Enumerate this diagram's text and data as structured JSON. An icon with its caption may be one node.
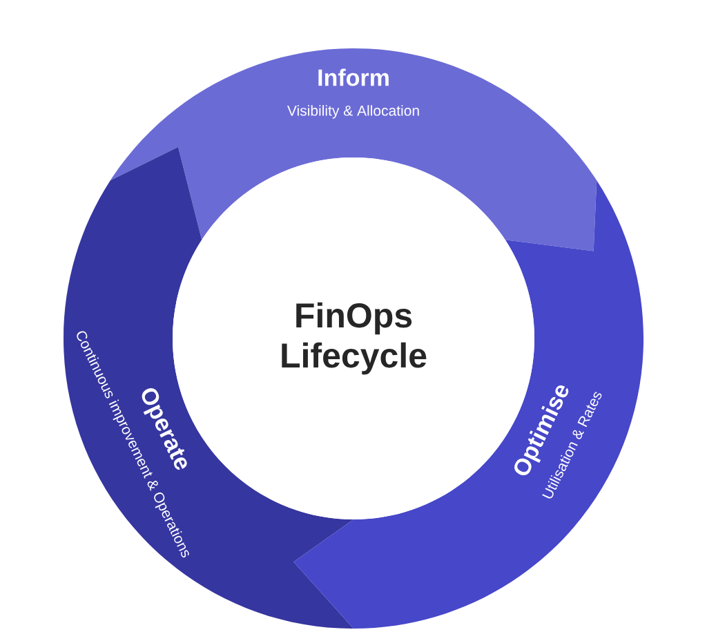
{
  "diagram": {
    "nodes": [
      {
        "text": [
          "Inform",
          "Visibility & Allocation"
        ]
      },
      {
        "text": [
          "FinOps Lifecycle"
        ]
      },
      {
        "text": [
          "Operate",
          "Continuous improvement & Operations"
        ]
      },
      {
        "text": [
          "Optimise",
          "Utilisation & Rates"
        ]
      }
    ]
  }
}
